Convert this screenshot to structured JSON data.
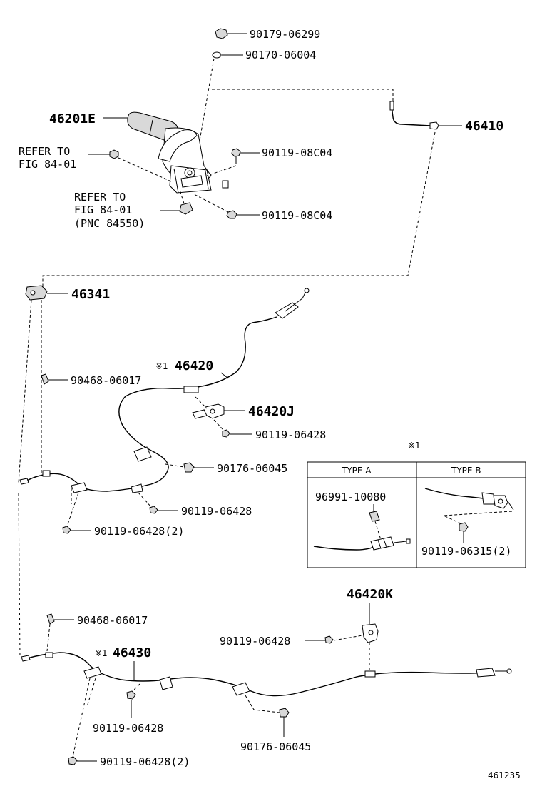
{
  "labels": {
    "p90179": "90179-06299",
    "p90170": "90170-06004",
    "p46201e": "46201E",
    "p46410": "46410",
    "refer1_l1": "REFER TO",
    "refer1_l2": "FIG 84-01",
    "p90119_08c04_a": "90119-08C04",
    "refer2_l1": "REFER TO",
    "refer2_l2": "FIG 84-01",
    "refer2_l3": "(PNC 84550)",
    "p90119_08c04_b": "90119-08C04",
    "p46341": "46341",
    "p46420": "46420",
    "p46420_mark": "※1",
    "p90468_a": "90468-06017",
    "p46420j": "46420J",
    "p90119_06428_a": "90119-06428",
    "p90176_a": "90176-06045",
    "p90119_06428_b": "90119-06428",
    "p90119_06428_2a": "90119-06428(2)",
    "box_mark": "※1",
    "type_a": "TYPE A",
    "type_b": "TYPE B",
    "p96991": "96991-10080",
    "p90119_06315": "90119-06315(2)",
    "p46420k": "46420K",
    "p90468_b": "90468-06017",
    "p90119_06428_c": "90119-06428",
    "p46430": "46430",
    "p46430_mark": "※1",
    "p90119_06428_d": "90119-06428",
    "p90176_b": "90176-06045",
    "p90119_06428_2b": "90119-06428(2)",
    "figure_id": "461235"
  }
}
